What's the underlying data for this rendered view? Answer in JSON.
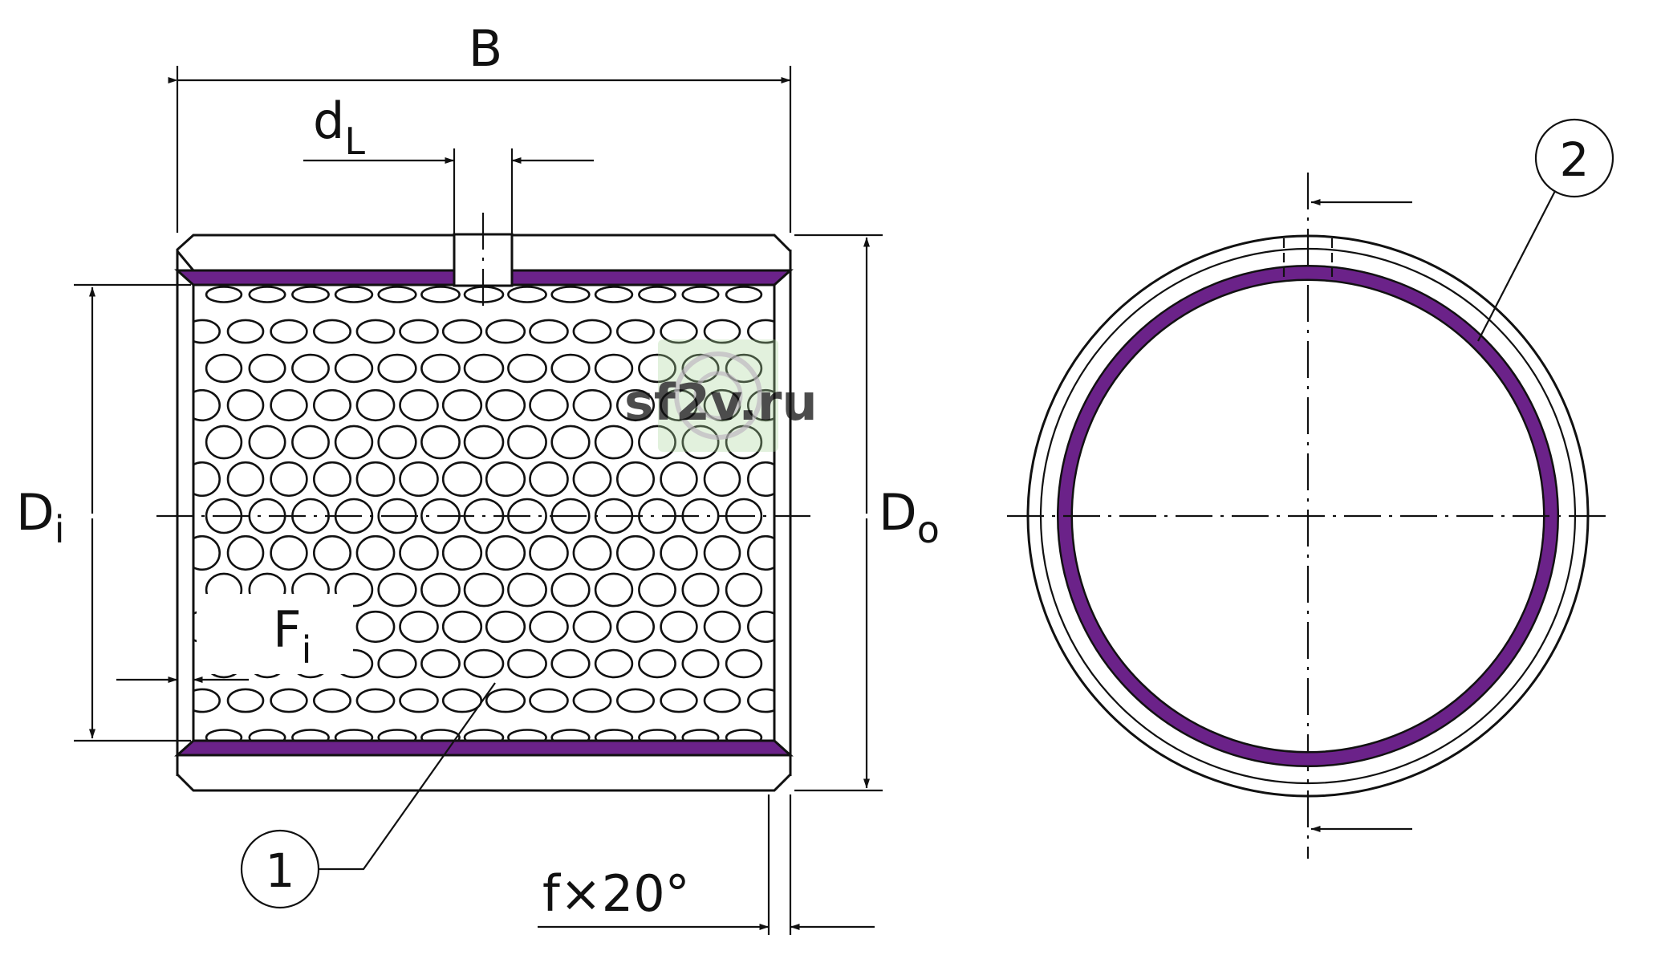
{
  "labels": {
    "width": "B",
    "lube_hole_diameter": "d",
    "lube_hole_diameter_sub": "L",
    "inner_diameter": "D",
    "inner_diameter_sub": "i",
    "outer_diameter": "D",
    "outer_diameter_sub": "o",
    "inner_chamfer": "F",
    "inner_chamfer_sub": "i",
    "chamfer": "f×20°",
    "callout_1": "1",
    "callout_2": "2"
  },
  "colors": {
    "sliding_layer": "#6b2289",
    "line": "#111111",
    "watermark_blue": "#6f9fd8",
    "watermark_green": "#a9d49a"
  },
  "watermark": {
    "text": "sf2v.ru"
  }
}
